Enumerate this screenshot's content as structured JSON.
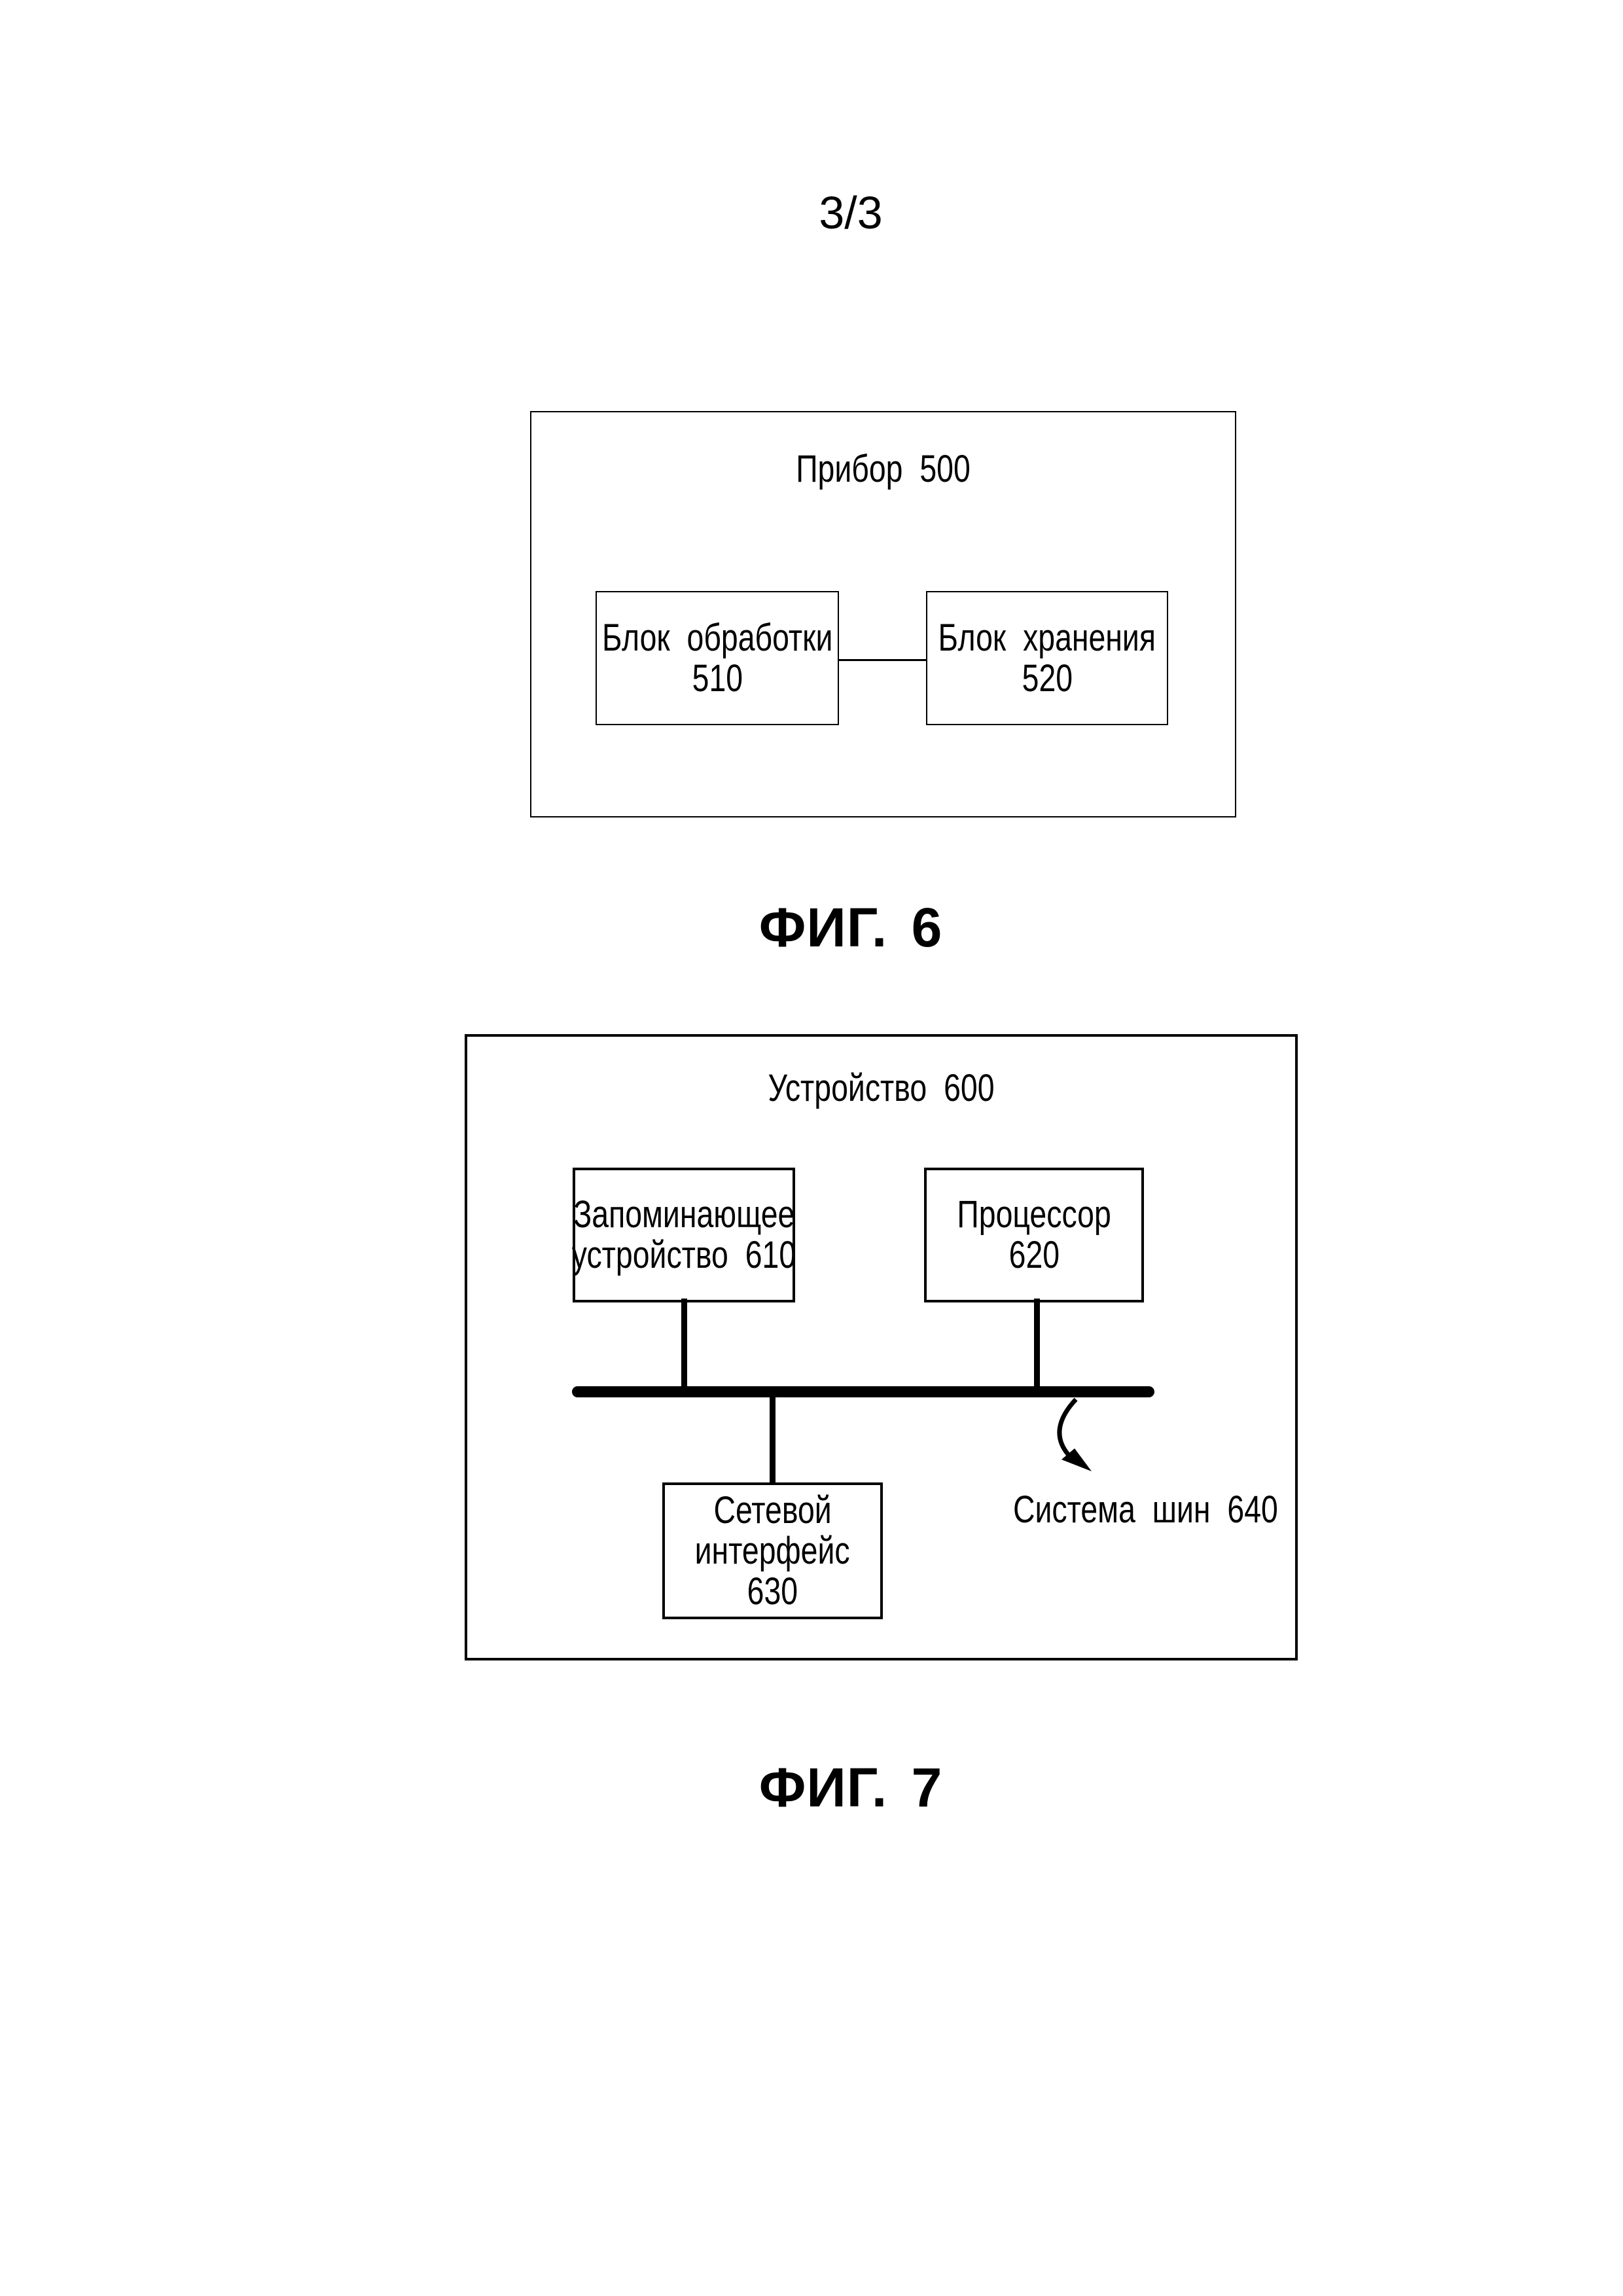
{
  "page": {
    "number": "3/3"
  },
  "fig6": {
    "container_label": "Прибор 500",
    "processing_box": {
      "line1": "Блок обработки",
      "line2": "510"
    },
    "storage_box": {
      "line1": "Блок хранения",
      "line2": "520"
    },
    "caption": "ФИГ. 6"
  },
  "fig7": {
    "container_label": "Устройство 600",
    "memory_box": {
      "line1": "Запоминающее",
      "line2": "устройство 610"
    },
    "processor_box": {
      "line1": "Процессор",
      "line2": "620"
    },
    "network_box": {
      "line1": "Сетевой",
      "line2": "интерфейс",
      "line3": "630"
    },
    "bus_label": "Система шин 640",
    "caption": "ФИГ. 7"
  },
  "colors": {
    "ink": "#000000",
    "paper": "#ffffff"
  }
}
